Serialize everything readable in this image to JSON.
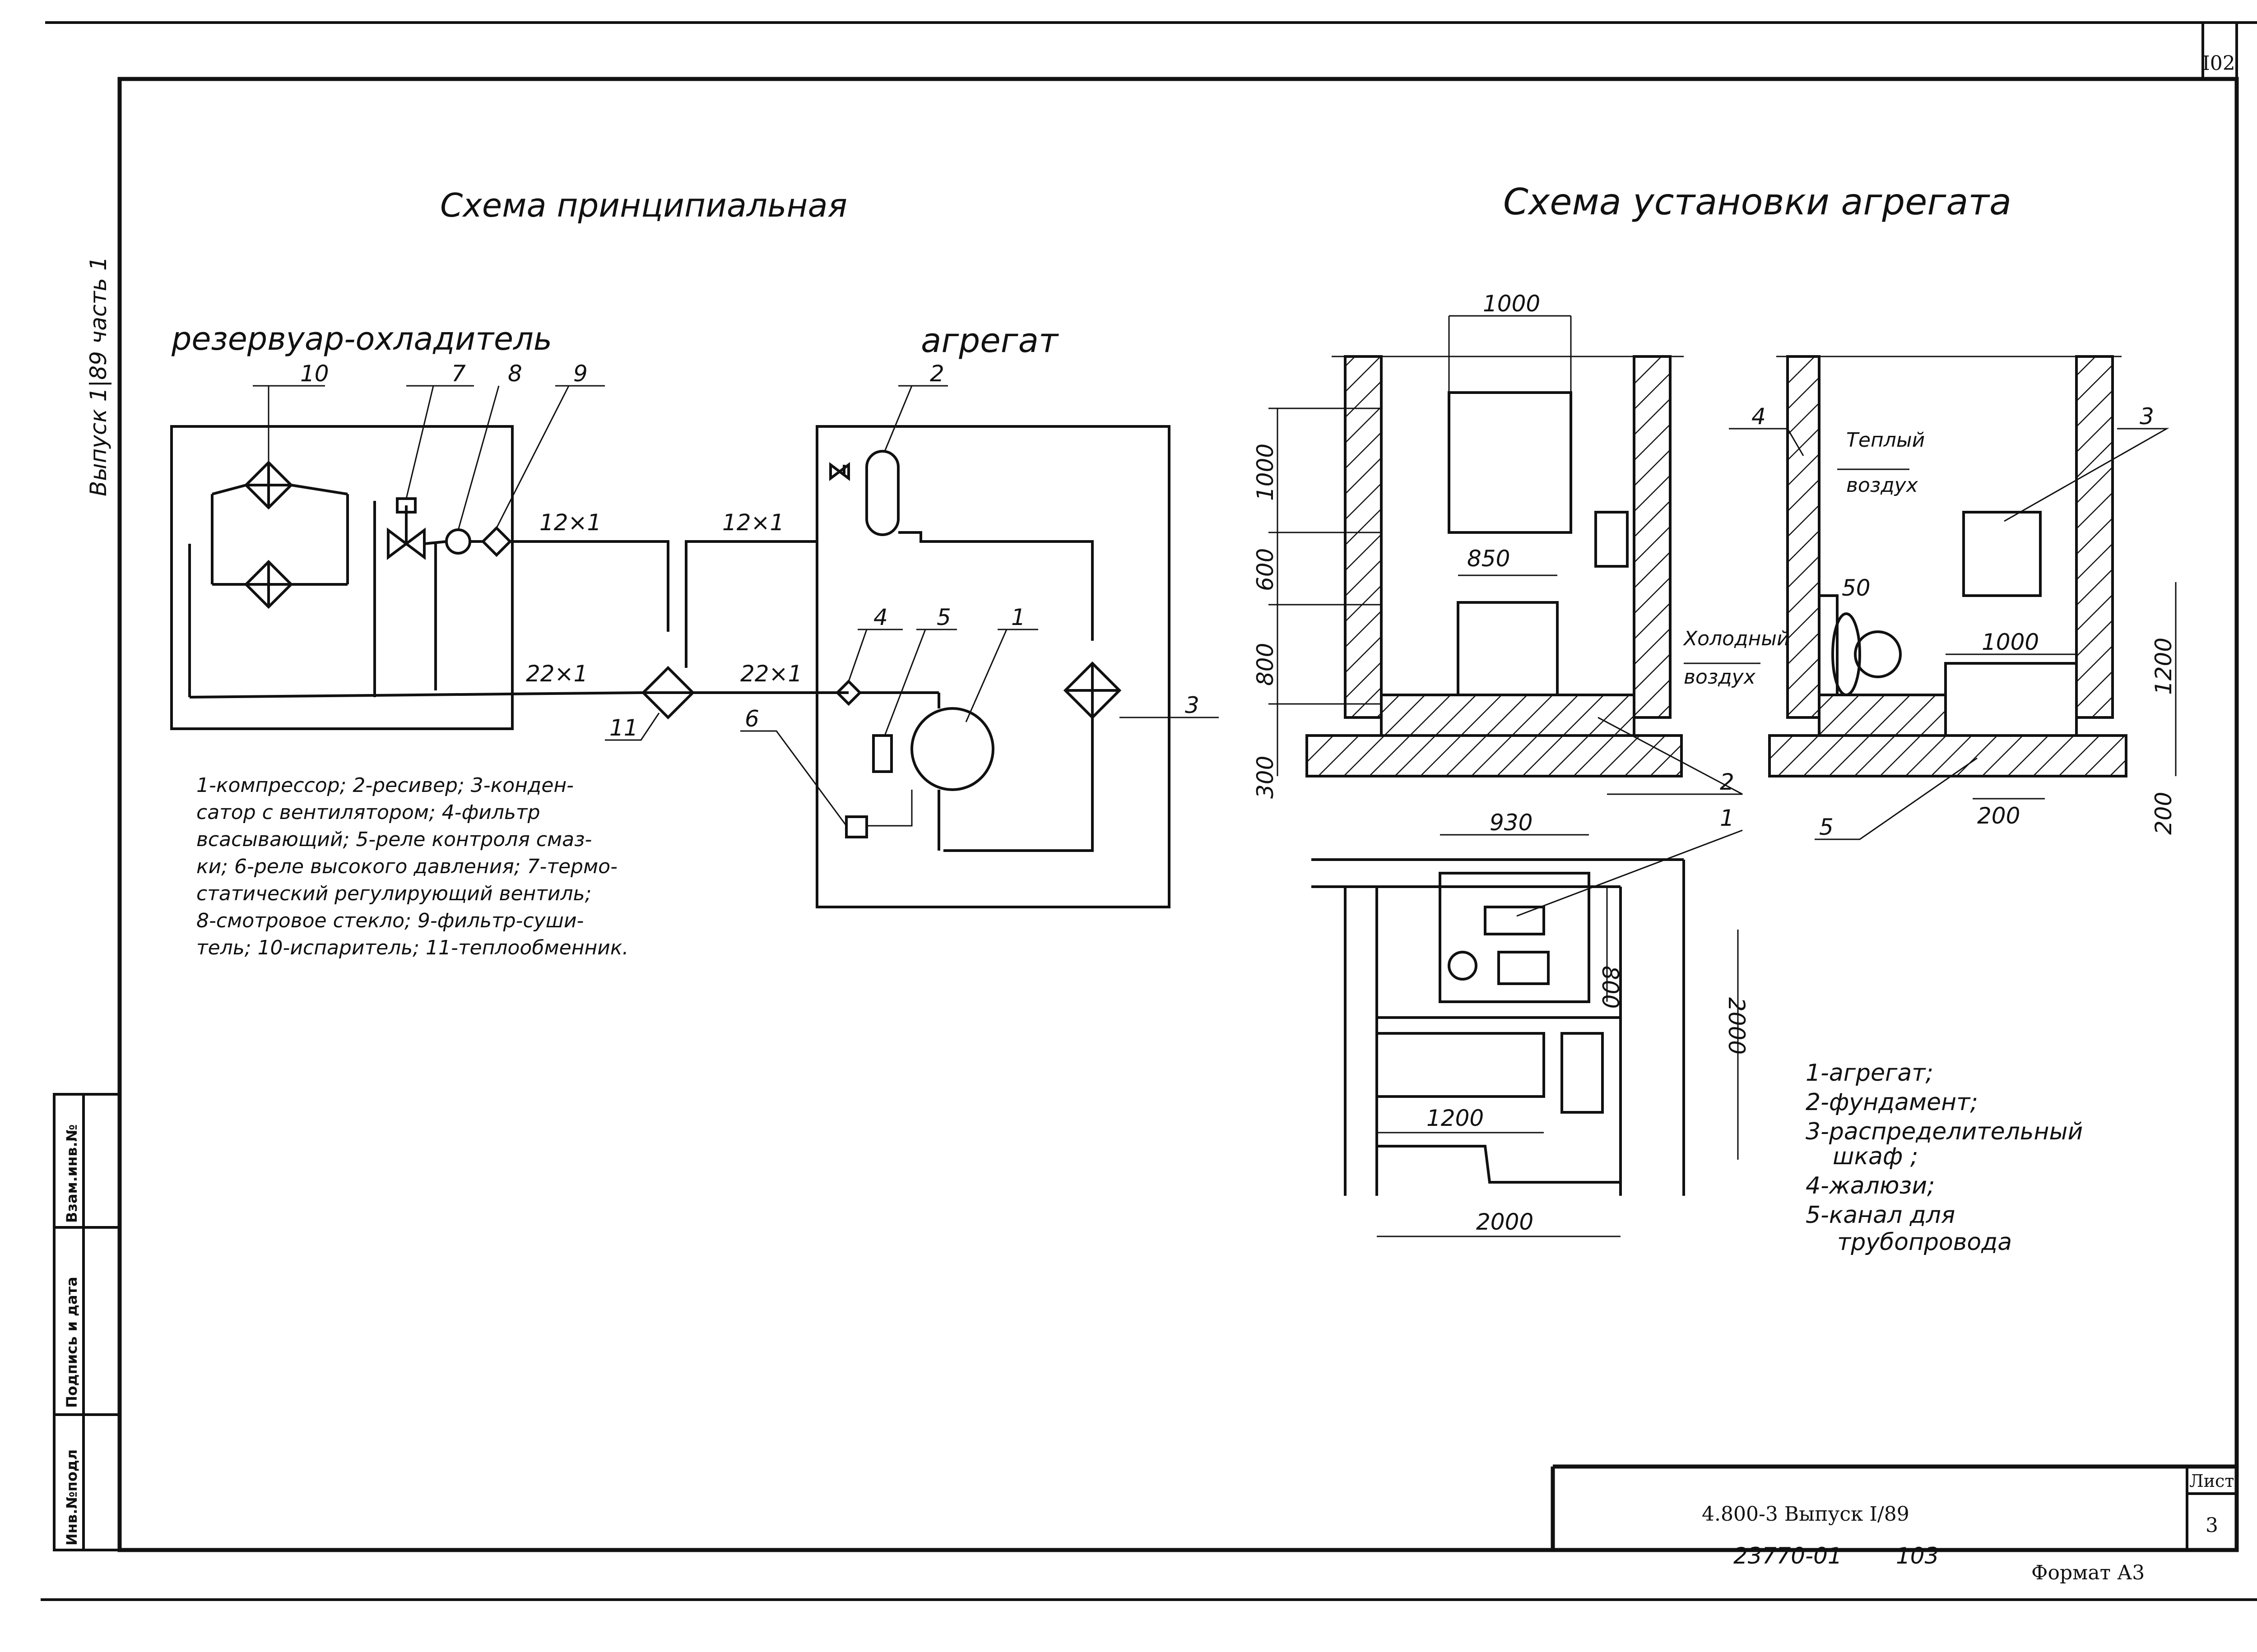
{
  "sheet": {
    "page_number": "I02",
    "side_stamp": "Выпуск 1|89 часть 1",
    "side_boxes": [
      "Взам.инв.№",
      "Подпись и дата",
      "Инв.№подл"
    ]
  },
  "principal_scheme": {
    "title": "Схема принципиальная",
    "reservoir_label": "резервуар-охладитель",
    "unit_label": "агрегат",
    "callouts": [
      "10",
      "7",
      "8",
      "9",
      "2",
      "4",
      "5",
      "1",
      "3",
      "6",
      "11"
    ],
    "pipe_labels": [
      "12×1",
      "12×1",
      "22×1",
      "22×1"
    ],
    "legend": [
      "1-компрессор; 2-ресивер; 3-конден-",
      "сатор с вентилятором; 4-фильтр",
      "всасывающий; 5-реле контроля смаз-",
      "ки; 6-реле высокого давления; 7-термо-",
      "статический регулирующий вентиль;",
      "8-смотровое стекло; 9-фильтр-суши-",
      "тель; 10-испаритель; 11-теплообменник."
    ]
  },
  "installation_scheme": {
    "title": "Схема установки агрегата",
    "dims_section1": [
      "1000",
      "1000",
      "600",
      "800",
      "300",
      "850"
    ],
    "dims_section2": [
      "50",
      "1000",
      "1200",
      "200",
      "200"
    ],
    "dims_plan": [
      "930",
      "800",
      "2000",
      "1200",
      "2000"
    ],
    "air_warm": [
      "Теплый",
      "воздух"
    ],
    "air_cold": [
      "Холодный",
      "воздух"
    ],
    "callouts": [
      "4",
      "3",
      "2",
      "1",
      "5"
    ],
    "legend": [
      "1-агрегат;",
      "2-фундамент;",
      "3-распределительный",
      "шкаф ;",
      "4-жалюзи;",
      "5-канал для",
      "трубопровода"
    ]
  },
  "title_block": {
    "designation": "4.800-3 Выпуск I/89",
    "sheet_label": "Лист",
    "sheet_number": "3",
    "below_left": "23770-01",
    "below_mid": "103",
    "format": "Формат А3"
  }
}
